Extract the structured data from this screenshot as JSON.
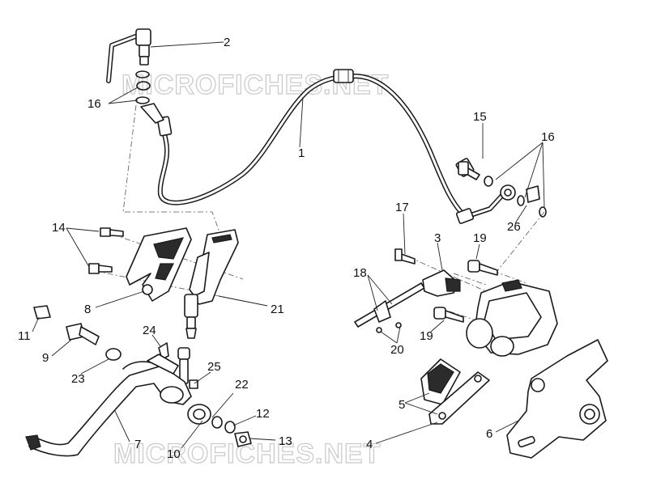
{
  "watermarks": [
    "MICROFICHES.NET",
    "MICROFICHES.NET"
  ],
  "callouts": [
    {
      "id": "c1",
      "label": "1"
    },
    {
      "id": "c2",
      "label": "2"
    },
    {
      "id": "c3",
      "label": "3"
    },
    {
      "id": "c4",
      "label": "4"
    },
    {
      "id": "c5",
      "label": "5"
    },
    {
      "id": "c6",
      "label": "6"
    },
    {
      "id": "c7",
      "label": "7"
    },
    {
      "id": "c8",
      "label": "8"
    },
    {
      "id": "c9",
      "label": "9"
    },
    {
      "id": "c10",
      "label": "10"
    },
    {
      "id": "c11",
      "label": "11"
    },
    {
      "id": "c12",
      "label": "12"
    },
    {
      "id": "c13",
      "label": "13"
    },
    {
      "id": "c14",
      "label": "14"
    },
    {
      "id": "c15",
      "label": "15"
    },
    {
      "id": "c16a",
      "label": "16"
    },
    {
      "id": "c16b",
      "label": "16"
    },
    {
      "id": "c17",
      "label": "17"
    },
    {
      "id": "c18",
      "label": "18"
    },
    {
      "id": "c19a",
      "label": "19"
    },
    {
      "id": "c19b",
      "label": "19"
    },
    {
      "id": "c20",
      "label": "20"
    },
    {
      "id": "c21",
      "label": "21"
    },
    {
      "id": "c22",
      "label": "22"
    },
    {
      "id": "c23",
      "label": "23"
    },
    {
      "id": "c24",
      "label": "24"
    },
    {
      "id": "c25",
      "label": "25"
    },
    {
      "id": "c26",
      "label": "26"
    }
  ]
}
